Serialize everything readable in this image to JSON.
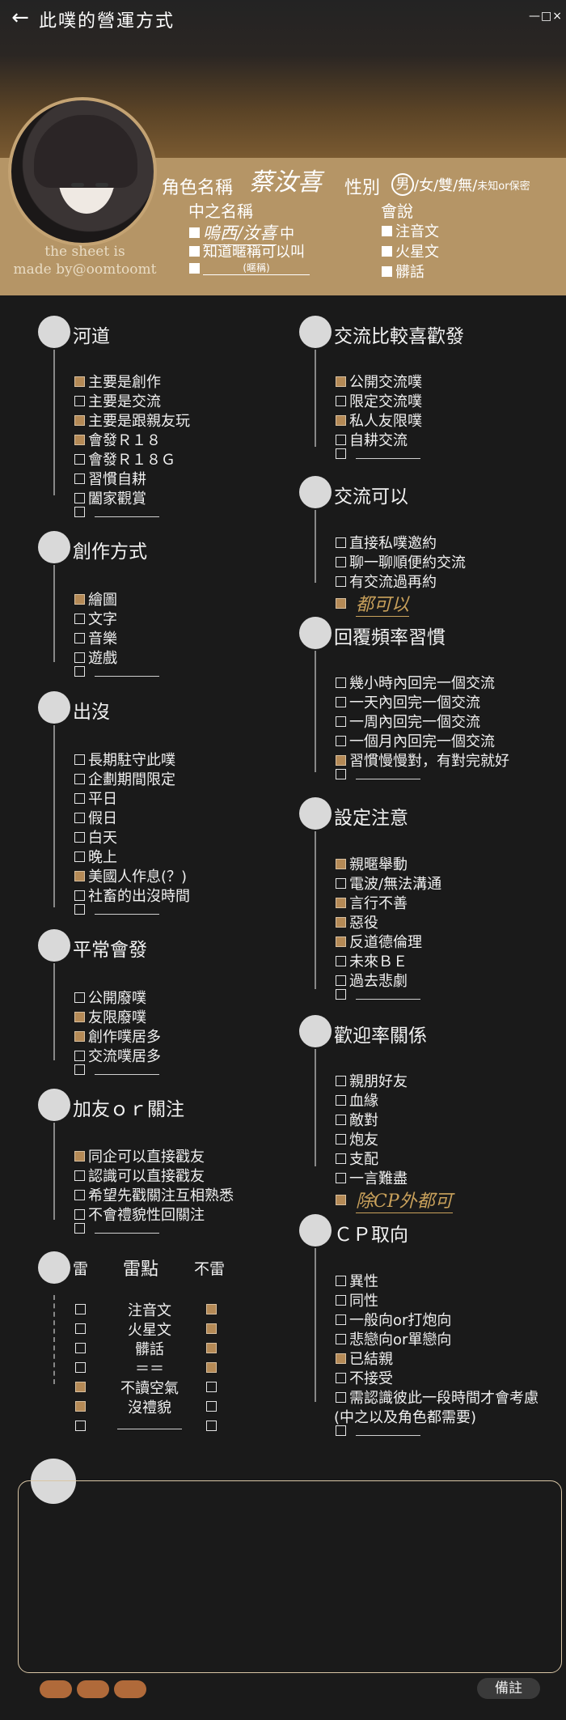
{
  "header": {
    "title": "此噗的營運方式",
    "window_controls": "—□×",
    "sheet_credit_line1": "the sheet is",
    "sheet_credit_line2": "made by@oomtoomt"
  },
  "profile": {
    "role_name_label": "角色名稱",
    "role_name_value": "蔡汝喜",
    "gender_label": "性別",
    "gender_selected": "男",
    "gender_options": "/女/雙/無/",
    "gender_unknown": "未知or保密",
    "nickname_label": "中之名稱",
    "nickname_opt1_value": "嗚西/汝喜",
    "nickname_opt1_suffix": "中",
    "nickname_opt2": "知道暱稱可以叫",
    "nickname_opt3_hint": "(暱稱)",
    "speaks_label": "會說",
    "speaks_opt1": "注音文",
    "speaks_opt2": "火星文",
    "speaks_opt3": "髒話"
  },
  "left": {
    "river": {
      "title": "河道",
      "items": [
        {
          "label": "主要是創作",
          "checked": true
        },
        {
          "label": "主要是交流",
          "checked": false
        },
        {
          "label": "主要是跟親友玩",
          "checked": true
        },
        {
          "label": "會發Ｒ１８",
          "checked": true
        },
        {
          "label": "會發Ｒ１８Ｇ",
          "checked": false
        },
        {
          "label": "習慣自耕",
          "checked": false
        },
        {
          "label": "闔家觀賞",
          "checked": false
        },
        {
          "label": "",
          "checked": false
        }
      ]
    },
    "create": {
      "title": "創作方式",
      "items": [
        {
          "label": "繪圖",
          "checked": true
        },
        {
          "label": "文字",
          "checked": false
        },
        {
          "label": "音樂",
          "checked": false
        },
        {
          "label": "遊戲",
          "checked": false
        },
        {
          "label": "",
          "checked": false
        }
      ]
    },
    "appear": {
      "title": "出沒",
      "items": [
        {
          "label": "長期駐守此噗",
          "checked": false
        },
        {
          "label": "企劃期間限定",
          "checked": false
        },
        {
          "label": "平日",
          "checked": false
        },
        {
          "label": "假日",
          "checked": false
        },
        {
          "label": "白天",
          "checked": false
        },
        {
          "label": "晚上",
          "checked": false
        },
        {
          "label": "美國人作息(？)",
          "checked": true
        },
        {
          "label": "社畜的出沒時間",
          "checked": false
        },
        {
          "label": "",
          "checked": false
        }
      ]
    },
    "usual": {
      "title": "平常會發",
      "items": [
        {
          "label": "公開廢噗",
          "checked": false
        },
        {
          "label": "友限廢噗",
          "checked": true
        },
        {
          "label": "創作噗居多",
          "checked": true
        },
        {
          "label": "交流噗居多",
          "checked": false
        },
        {
          "label": "",
          "checked": false
        }
      ]
    },
    "follow": {
      "title": "加友ｏｒ關注",
      "items": [
        {
          "label": "同企可以直接戳友",
          "checked": true
        },
        {
          "label": "認識可以直接戳友",
          "checked": false
        },
        {
          "label": "希望先戳關注互相熟悉",
          "checked": false
        },
        {
          "label": "不會禮貌性回關注",
          "checked": false
        },
        {
          "label": "",
          "checked": false
        }
      ]
    },
    "thunder": {
      "title_left": "雷",
      "title_mid": "雷點",
      "title_right": "不雷",
      "rows": [
        {
          "label": "注音文",
          "thunder": false,
          "ok": true
        },
        {
          "label": "火星文",
          "thunder": false,
          "ok": true
        },
        {
          "label": "髒話",
          "thunder": false,
          "ok": true
        },
        {
          "label": "＝＝",
          "thunder": false,
          "ok": true
        },
        {
          "label": "不讀空氣",
          "thunder": true,
          "ok": false
        },
        {
          "label": "沒禮貌",
          "thunder": true,
          "ok": false
        },
        {
          "label": "",
          "thunder": false,
          "ok": false
        }
      ]
    }
  },
  "right": {
    "like": {
      "title": "交流比較喜歡發",
      "items": [
        {
          "label": "公開交流噗",
          "checked": true
        },
        {
          "label": "限定交流噗",
          "checked": false
        },
        {
          "label": "私人友限噗",
          "checked": true
        },
        {
          "label": "自耕交流",
          "checked": false
        },
        {
          "label": "",
          "checked": false
        }
      ]
    },
    "can": {
      "title": "交流可以",
      "items": [
        {
          "label": "直接私噗邀約",
          "checked": false
        },
        {
          "label": "聊一聊順便約交流",
          "checked": false
        },
        {
          "label": "有交流過再約",
          "checked": false
        }
      ],
      "extra_note": "都可以"
    },
    "reply": {
      "title": "回覆頻率習慣",
      "items": [
        {
          "label": "幾小時內回完一個交流",
          "checked": false
        },
        {
          "label": "一天內回完一個交流",
          "checked": false
        },
        {
          "label": "一周內回完一個交流",
          "checked": false
        },
        {
          "label": "一個月內回完一個交流",
          "checked": false
        },
        {
          "label": "習慣慢慢對，有對完就好",
          "checked": true
        },
        {
          "label": "",
          "checked": false
        }
      ]
    },
    "notice": {
      "title": "設定注意",
      "items": [
        {
          "label": "親暱舉動",
          "checked": true
        },
        {
          "label": "電波/無法溝通",
          "checked": false
        },
        {
          "label": "言行不善",
          "checked": true
        },
        {
          "label": "惡役",
          "checked": true
        },
        {
          "label": "反道德倫理",
          "checked": true
        },
        {
          "label": "未來ＢＥ",
          "checked": false
        },
        {
          "label": "過去悲劇",
          "checked": false
        },
        {
          "label": "",
          "checked": false
        }
      ]
    },
    "relation": {
      "title": "歡迎率關係",
      "items": [
        {
          "label": "親朋好友",
          "checked": false
        },
        {
          "label": "血緣",
          "checked": false
        },
        {
          "label": "敵對",
          "checked": false
        },
        {
          "label": "炮友",
          "checked": false
        },
        {
          "label": "支配",
          "checked": false
        },
        {
          "label": "一言難盡",
          "checked": false
        }
      ],
      "extra_note": "除CP外都可"
    },
    "cp": {
      "title": "ＣＰ取向",
      "items": [
        {
          "label": "異性",
          "checked": false
        },
        {
          "label": "同性",
          "checked": false
        },
        {
          "label": "一般向or打炮向",
          "checked": false
        },
        {
          "label": "悲戀向or單戀向",
          "checked": false
        },
        {
          "label": "已結親",
          "checked": true
        },
        {
          "label": "不接受",
          "checked": false
        },
        {
          "label": "需認識彼此一段時間才會考慮",
          "checked": false
        }
      ],
      "note_line": "(中之以及角色都需要)"
    }
  },
  "footer": {
    "remark_button": "備註"
  }
}
